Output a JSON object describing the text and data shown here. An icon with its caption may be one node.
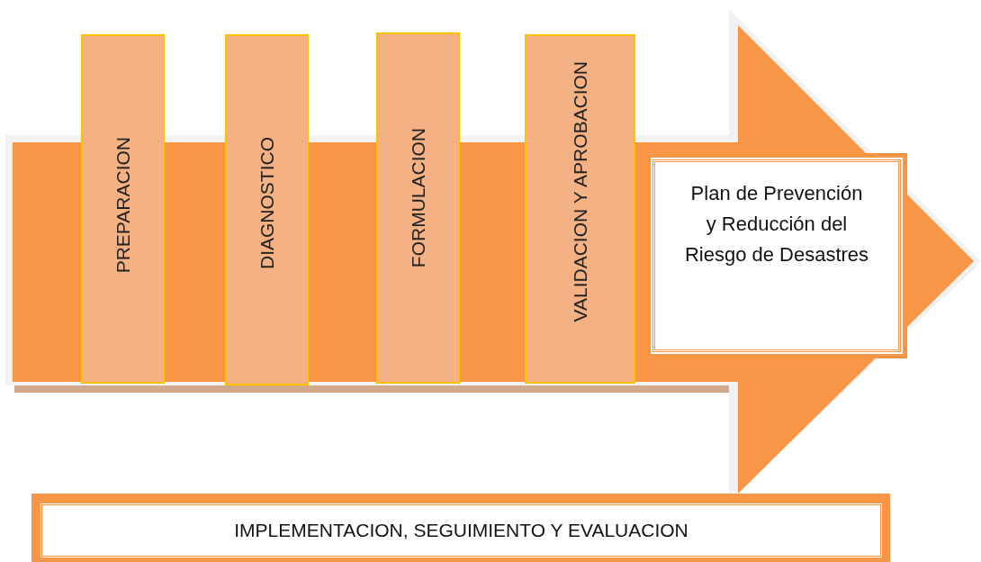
{
  "diagram": {
    "nodes": [
      {
        "text": [],
        "shape": "arrow"
      },
      {
        "text": [
          "PREPARACION"
        ],
        "in": 0
      },
      {
        "text": [
          "DIAGNOSTICO"
        ],
        "in": 0
      },
      {
        "text": [
          "FORMULACION"
        ],
        "in": 0
      },
      {
        "text": [
          "VALIDACION Y APROBACION"
        ],
        "in": 0
      },
      {
        "text": [
          "Plan de Prevención y Reducción del Riesgo de Desastres"
        ],
        "in": 0
      },
      {
        "text": [
          "IMPLEMENTACION, SEGUIMIENTO Y EVALUACION"
        ]
      }
    ]
  }
}
